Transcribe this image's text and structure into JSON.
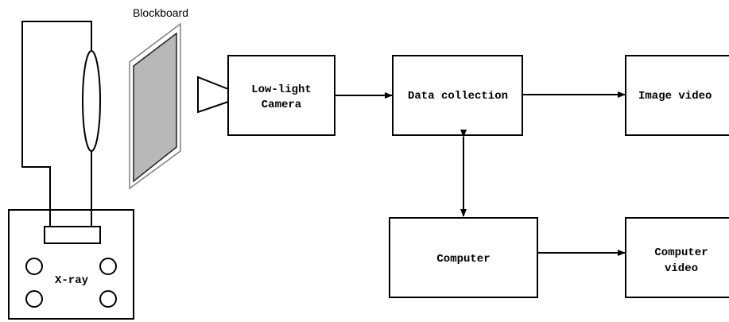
{
  "labels": {
    "blockboard": "Blockboard",
    "xray": "X-ray",
    "camera_line1": "Low-light",
    "camera_line2": "Camera",
    "data_collection": "Data collection",
    "image_video": "Image video",
    "computer": "Computer",
    "computer_video_line1": "Computer",
    "computer_video_line2": "video"
  },
  "colors": {
    "stroke": "#000000",
    "board_fill": "#b8b8b8",
    "board_edge": "#7f7f7f",
    "background": "#ffffff"
  },
  "icons": {
    "lens": "ellipse-lens-icon",
    "camera_lens": "trapezoid-lens-icon",
    "xray_ports": "circle-port-icon"
  }
}
